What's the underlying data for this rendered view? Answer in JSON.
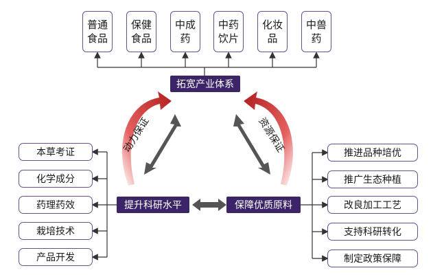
{
  "products": [
    {
      "line1": "普通",
      "line2": "食品"
    },
    {
      "line1": "保健",
      "line2": "食品"
    },
    {
      "line1": "中成",
      "line2": "药"
    },
    {
      "line1": "中药",
      "line2": "饮片"
    },
    {
      "line1": "化妆",
      "line2": "品"
    },
    {
      "line1": "中兽",
      "line2": "药"
    }
  ],
  "top_hub": "拓宽产业体系",
  "left_hub": "提升科研水平",
  "right_hub": "保障优质原料",
  "left_arrow_label": "动力保证",
  "right_arrow_label": "资源保证",
  "left_items": [
    "本草考证",
    "化学成分",
    "药理药效",
    "栽培技术",
    "产品开发"
  ],
  "right_items": [
    "推进品种培优",
    "推广生态种植",
    "改良加工工艺",
    "支持科研转化",
    "制定政策保障"
  ],
  "colors": {
    "hub_bg": "#3b2566",
    "box_border": "#6b4e8e",
    "curve_arrow": "#c8282a",
    "double_arrow": "#555555"
  }
}
